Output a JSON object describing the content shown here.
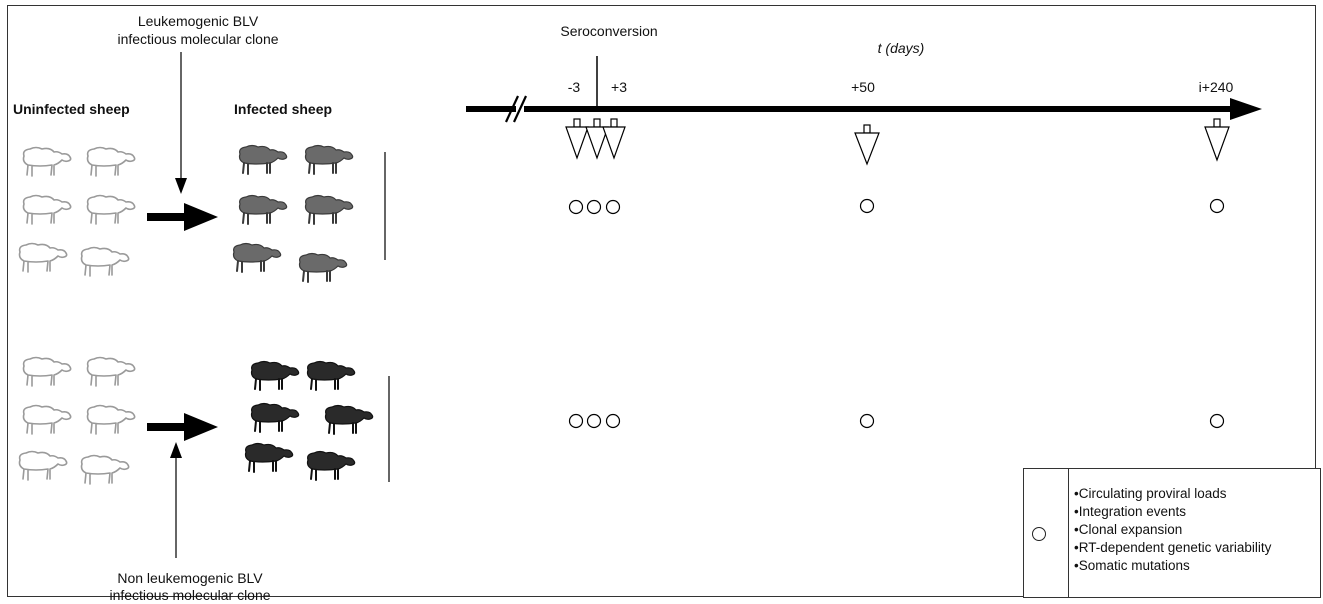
{
  "labels": {
    "uninfected": "Uninfected sheep",
    "infected": "Infected sheep",
    "leukemogenic_line1": "Leukemogenic BLV",
    "leukemogenic_line2": "infectious molecular clone",
    "non_leukemogenic_line1": "Non leukemogenic BLV",
    "non_leukemogenic_line2": "infectious molecular clone",
    "seroconversion": "Seroconversion",
    "time_axis": "t (days)"
  },
  "timeline": {
    "ticks": [
      "-3",
      "+3",
      "+50",
      "i+240"
    ]
  },
  "legend": {
    "items": [
      "Circulating proviral loads",
      "Integration events",
      "Clonal expansion",
      "RT-dependent genetic variability",
      "Somatic mutations"
    ]
  },
  "colors": {
    "uninfected_sheep": "#9a9a9a",
    "infected_sheep": "#2a2a2a",
    "arrow": "#000000"
  }
}
